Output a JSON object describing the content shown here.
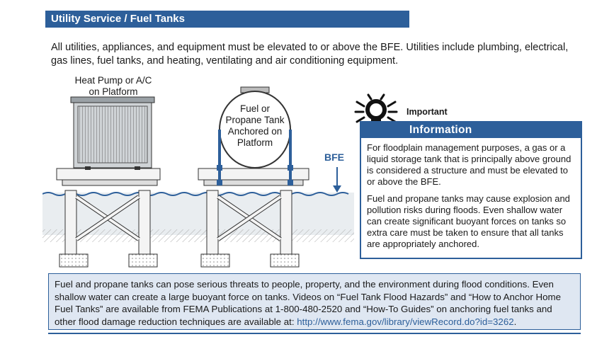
{
  "header": {
    "title": "Utility Service / Fuel Tanks"
  },
  "intro": {
    "text": "All utilities, appliances, and equipment must be elevated to or above the BFE. Utilities include plumbing, electrical, gas lines, fuel tanks, and heating, ventilating and air conditioning equipment."
  },
  "illustration": {
    "heat_pump_label": "Heat Pump or A/C on Platform",
    "tank_label": "Fuel or Propane Tank Anchored on Platform",
    "bfe_label": "BFE"
  },
  "callout": {
    "important": "Important",
    "heading": "Information",
    "paragraph1": "For floodplain management purposes, a gas or a liquid storage tank that is principally above ground is considered a structure and must be elevated to or above the BFE.",
    "paragraph2": "Fuel and propane tanks may cause explosion and pollution risks during floods.  Even shallow water can create significant buoyant forces on tanks so extra care must be taken to ensure that all tanks are appropriately anchored."
  },
  "footer": {
    "text": "Fuel and propane tanks can pose serious threats to people, property, and the environment during flood conditions. Even shallow water can create a large buoyant force on tanks. Videos on “Fuel Tank Flood Hazards” and “How to Anchor Home Fuel Tanks” are available from FEMA Publications at 1-800-480-2520 and “How-To Guides” on anchoring fuel tanks and other flood damage reduction techniques are available at: ",
    "link": "http://www.fema.gov/library/viewRecord.do?id=3262",
    "end": "."
  },
  "colors": {
    "accent": "#2d5f9a",
    "panel": "#dfe7f2",
    "water": "#2d5f9a"
  }
}
